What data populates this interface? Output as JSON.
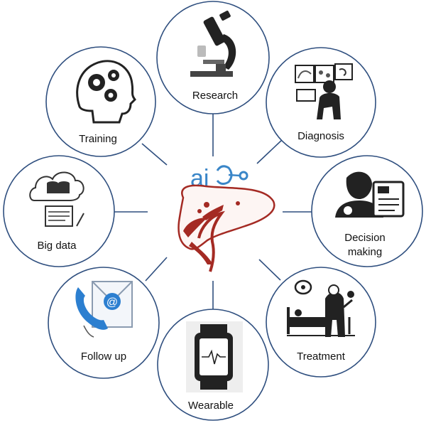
{
  "center": {
    "logo_text": "ai",
    "organ_icon": "liver-icon",
    "logo_color": "#3a86c8",
    "organ_color": "#a42a23"
  },
  "nodes": [
    {
      "key": "research",
      "label": "Research",
      "icon": "microscope-icon"
    },
    {
      "key": "diagnosis",
      "label": "Diagnosis",
      "icon": "doctor-monitors-icon"
    },
    {
      "key": "decision",
      "label_lines": [
        "Decision",
        "making"
      ],
      "icon": "doctor-clipboard-icon"
    },
    {
      "key": "treatment",
      "label": "Treatment",
      "icon": "surgery-icon"
    },
    {
      "key": "wearable",
      "label": "Wearable",
      "icon": "smartwatch-icon"
    },
    {
      "key": "followup",
      "label": "Follow up",
      "icon": "phone-email-icon"
    },
    {
      "key": "bigdata",
      "label": "Big data",
      "icon": "cloud-database-icon"
    },
    {
      "key": "training",
      "label": "Training",
      "icon": "brain-gears-icon"
    }
  ],
  "colors": {
    "circle_stroke": "#2f4f7f",
    "icon_dark": "#222222",
    "phone_blue": "#2c7fd0"
  }
}
